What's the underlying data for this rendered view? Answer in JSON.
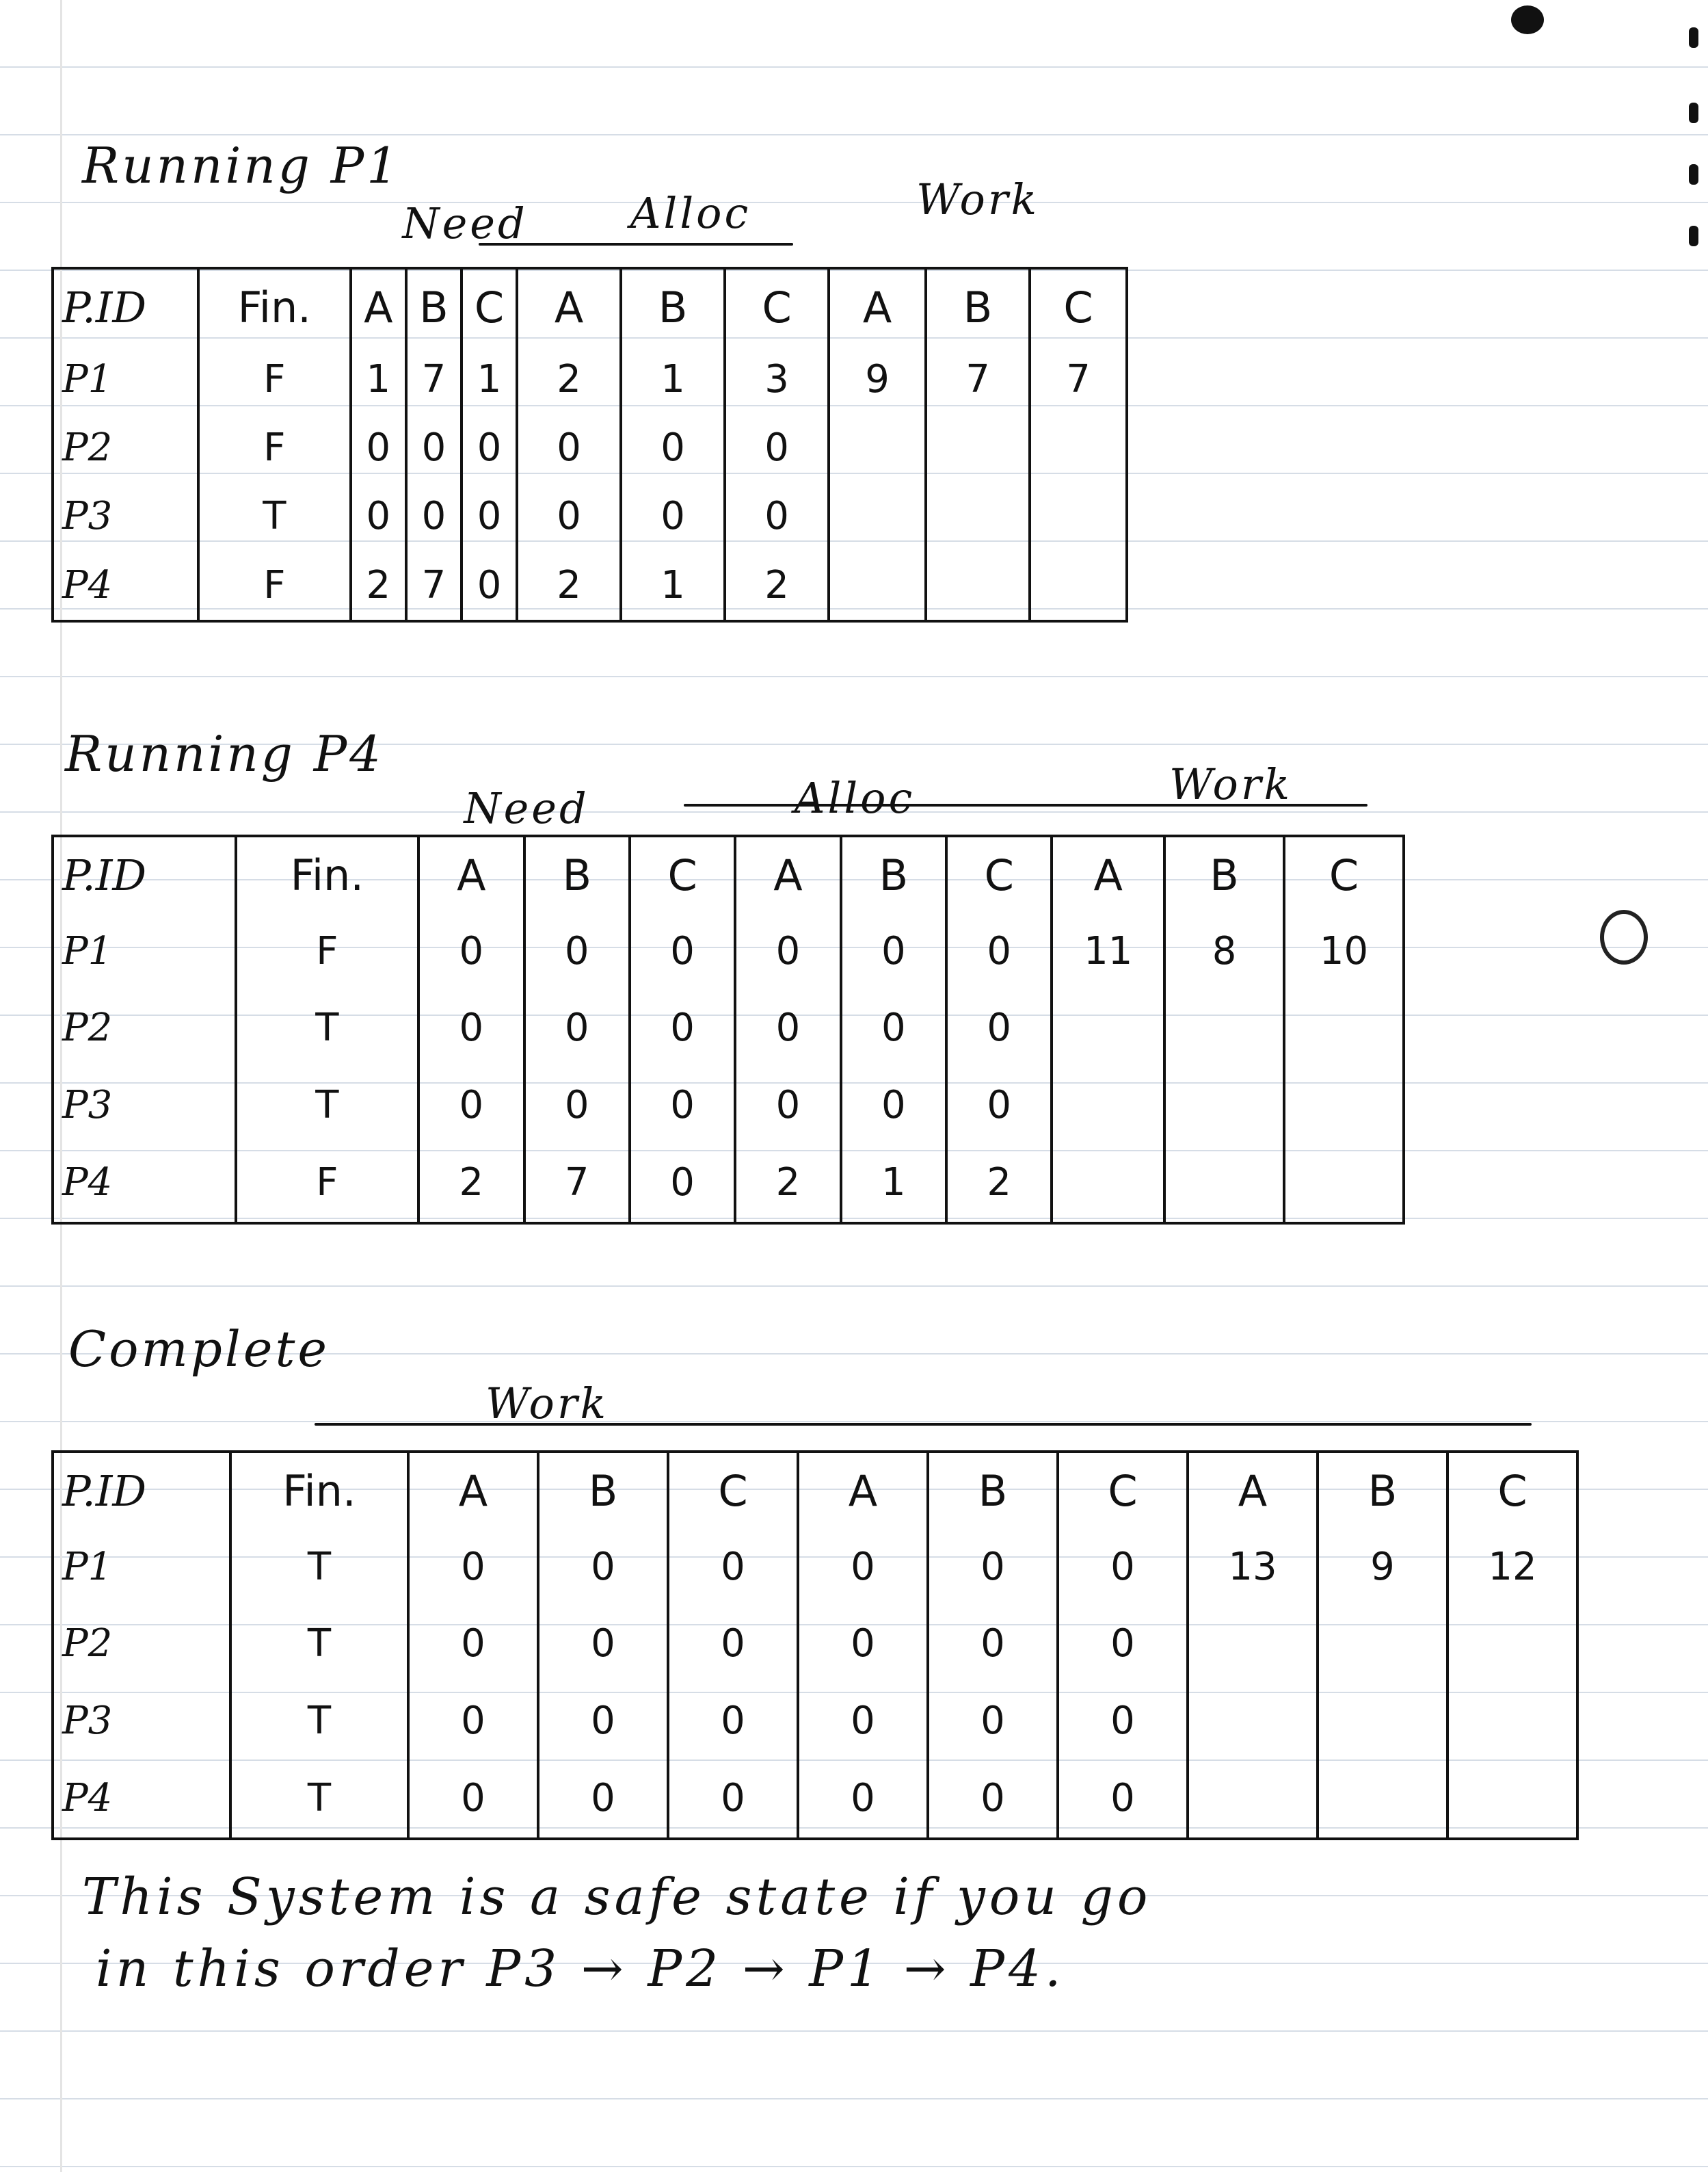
{
  "sections": [
    {
      "heading": "Running P1",
      "group_labels": {
        "need": "Need",
        "alloc": "Alloc",
        "work": "Work"
      },
      "columns": [
        "P.ID",
        "Fin.",
        "A",
        "B",
        "C",
        "A",
        "B",
        "C",
        "A",
        "B",
        "C"
      ],
      "rows": [
        [
          "P1",
          "F",
          "1",
          "7",
          "1",
          "2",
          "1",
          "3",
          "9",
          "7",
          "7"
        ],
        [
          "P2",
          "F",
          "0",
          "0",
          "0",
          "0",
          "0",
          "0",
          "",
          "",
          ""
        ],
        [
          "P3",
          "T",
          "0",
          "0",
          "0",
          "0",
          "0",
          "0",
          "",
          "",
          ""
        ],
        [
          "P4",
          "F",
          "2",
          "7",
          "0",
          "2",
          "1",
          "2",
          "",
          "",
          ""
        ]
      ]
    },
    {
      "heading": "Running P4",
      "group_labels": {
        "need": "Need",
        "alloc": "Alloc",
        "work": "Work"
      },
      "columns": [
        "P.ID",
        "Fin.",
        "A",
        "B",
        "C",
        "A",
        "B",
        "C",
        "A",
        "B",
        "C"
      ],
      "rows": [
        [
          "P1",
          "F",
          "0",
          "0",
          "0",
          "0",
          "0",
          "0",
          "11",
          "8",
          "10"
        ],
        [
          "P2",
          "T",
          "0",
          "0",
          "0",
          "0",
          "0",
          "0",
          "",
          "",
          ""
        ],
        [
          "P3",
          "T",
          "0",
          "0",
          "0",
          "0",
          "0",
          "0",
          "",
          "",
          ""
        ],
        [
          "P4",
          "F",
          "2",
          "7",
          "0",
          "2",
          "1",
          "2",
          "",
          "",
          ""
        ]
      ]
    },
    {
      "heading": "Complete",
      "group_labels": {
        "work": "Work"
      },
      "columns": [
        "P.ID",
        "Fin.",
        "A",
        "B",
        "C",
        "A",
        "B",
        "C",
        "A",
        "B",
        "C"
      ],
      "rows": [
        [
          "P1",
          "T",
          "0",
          "0",
          "0",
          "0",
          "0",
          "0",
          "13",
          "9",
          "12"
        ],
        [
          "P2",
          "T",
          "0",
          "0",
          "0",
          "0",
          "0",
          "0",
          "",
          "",
          ""
        ],
        [
          "P3",
          "T",
          "0",
          "0",
          "0",
          "0",
          "0",
          "0",
          "",
          "",
          ""
        ],
        [
          "P4",
          "T",
          "0",
          "0",
          "0",
          "0",
          "0",
          "0",
          "",
          "",
          ""
        ]
      ]
    }
  ],
  "conclusion": {
    "line1": "This System is a safe state if you go",
    "line2": "in this order P3 → P2 → P1 → P4."
  }
}
